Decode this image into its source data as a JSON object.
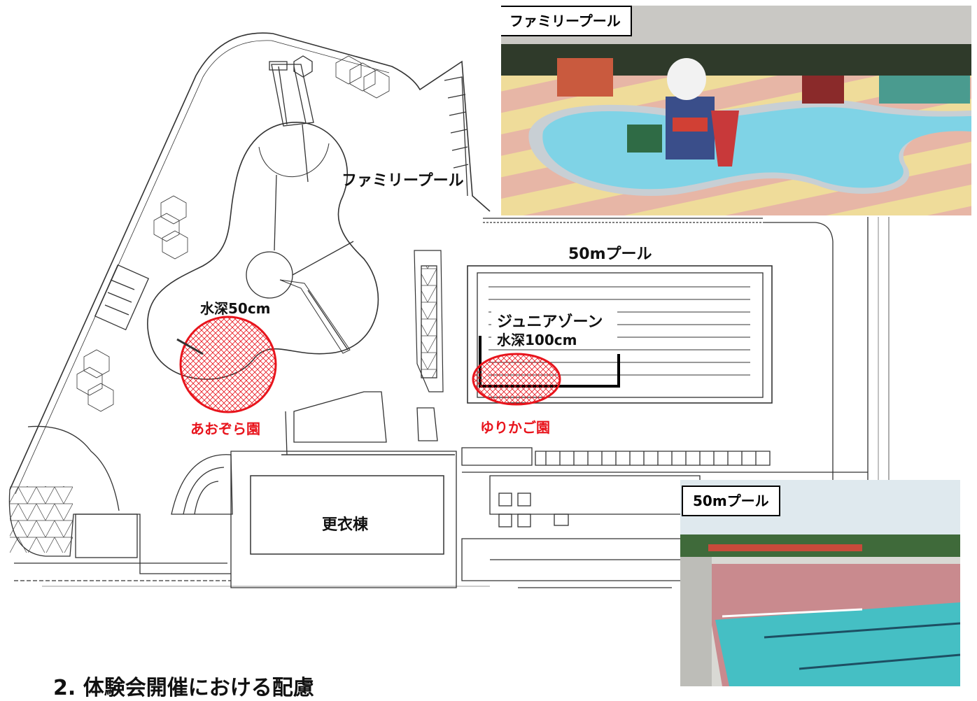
{
  "labels": {
    "family_pool": "ファミリープール",
    "pool_50m": "50mプール",
    "depth_50": "水深50cm",
    "junior_zone": "ジュニアゾーン",
    "depth_100": "水深100cm",
    "aozora": "あおぞら園",
    "yurikago": "ゆりかご園",
    "changing_building": "更衣棟"
  },
  "photos": {
    "family_caption": "ファミリープール",
    "pool50_caption": "50mプール"
  },
  "footer": {
    "heading": "2. 体験会開催における配慮"
  },
  "colors": {
    "highlight_red": "#e8141c",
    "line": "#333333",
    "pool_water": "#7fd3e6",
    "deck_pink": "#e7b6a6",
    "deck_yellow": "#efdc9a"
  }
}
